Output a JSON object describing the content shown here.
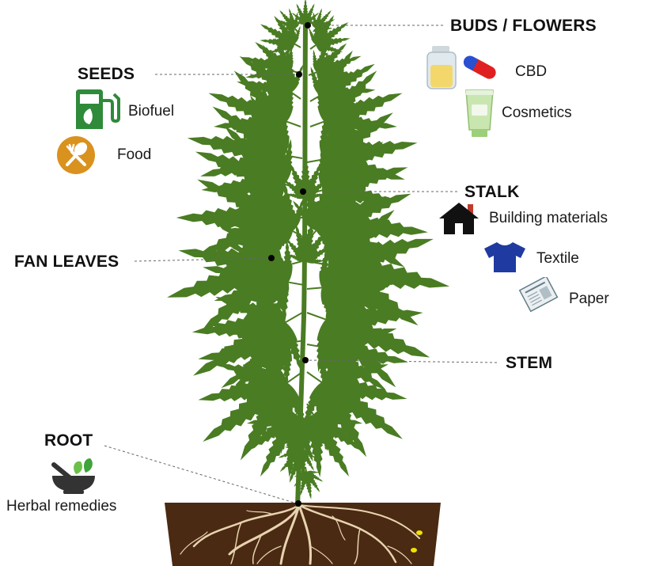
{
  "parts": {
    "buds": "BUDS / FLOWERS",
    "seeds": "SEEDS",
    "stalk": "STALK",
    "fan_leaves": "FAN LEAVES",
    "stem": "STEM",
    "root": "ROOT"
  },
  "uses": {
    "cbd": "CBD",
    "cosmetics": "Cosmetics",
    "biofuel": "Biofuel",
    "food": "Food",
    "building_materials": "Building materials",
    "textile": "Textile",
    "paper": "Paper",
    "herbal_remedies": "Herbal remedies"
  },
  "colors": {
    "leaf": "#4a7c23",
    "leaf_dark": "#3d6b1c",
    "soil": "#4a2a12",
    "roots": "#e8d3b0",
    "seed": "#f2e200",
    "food_icon": "#d9921e",
    "biofuel_icon": "#2f8a3a",
    "textile_icon": "#1f3aa0",
    "house_icon": "#111111",
    "house_chimney": "#c0392b",
    "cbd_capsule_red": "#e02020",
    "cbd_capsule_blue": "#2a4fd0",
    "cbd_jar": "#f4d76a",
    "cosmetics_tube": "#c9e6b0"
  },
  "icons": {
    "cbd": "cbd-jar-and-capsule-icon",
    "cosmetics": "cosmetic-tube-icon",
    "biofuel": "fuel-pump-leaf-icon",
    "food": "spoon-fork-icon",
    "building_materials": "house-icon",
    "textile": "t-shirt-icon",
    "paper": "newspaper-icon",
    "herbal_remedies": "mortar-pestle-leaf-icon"
  }
}
